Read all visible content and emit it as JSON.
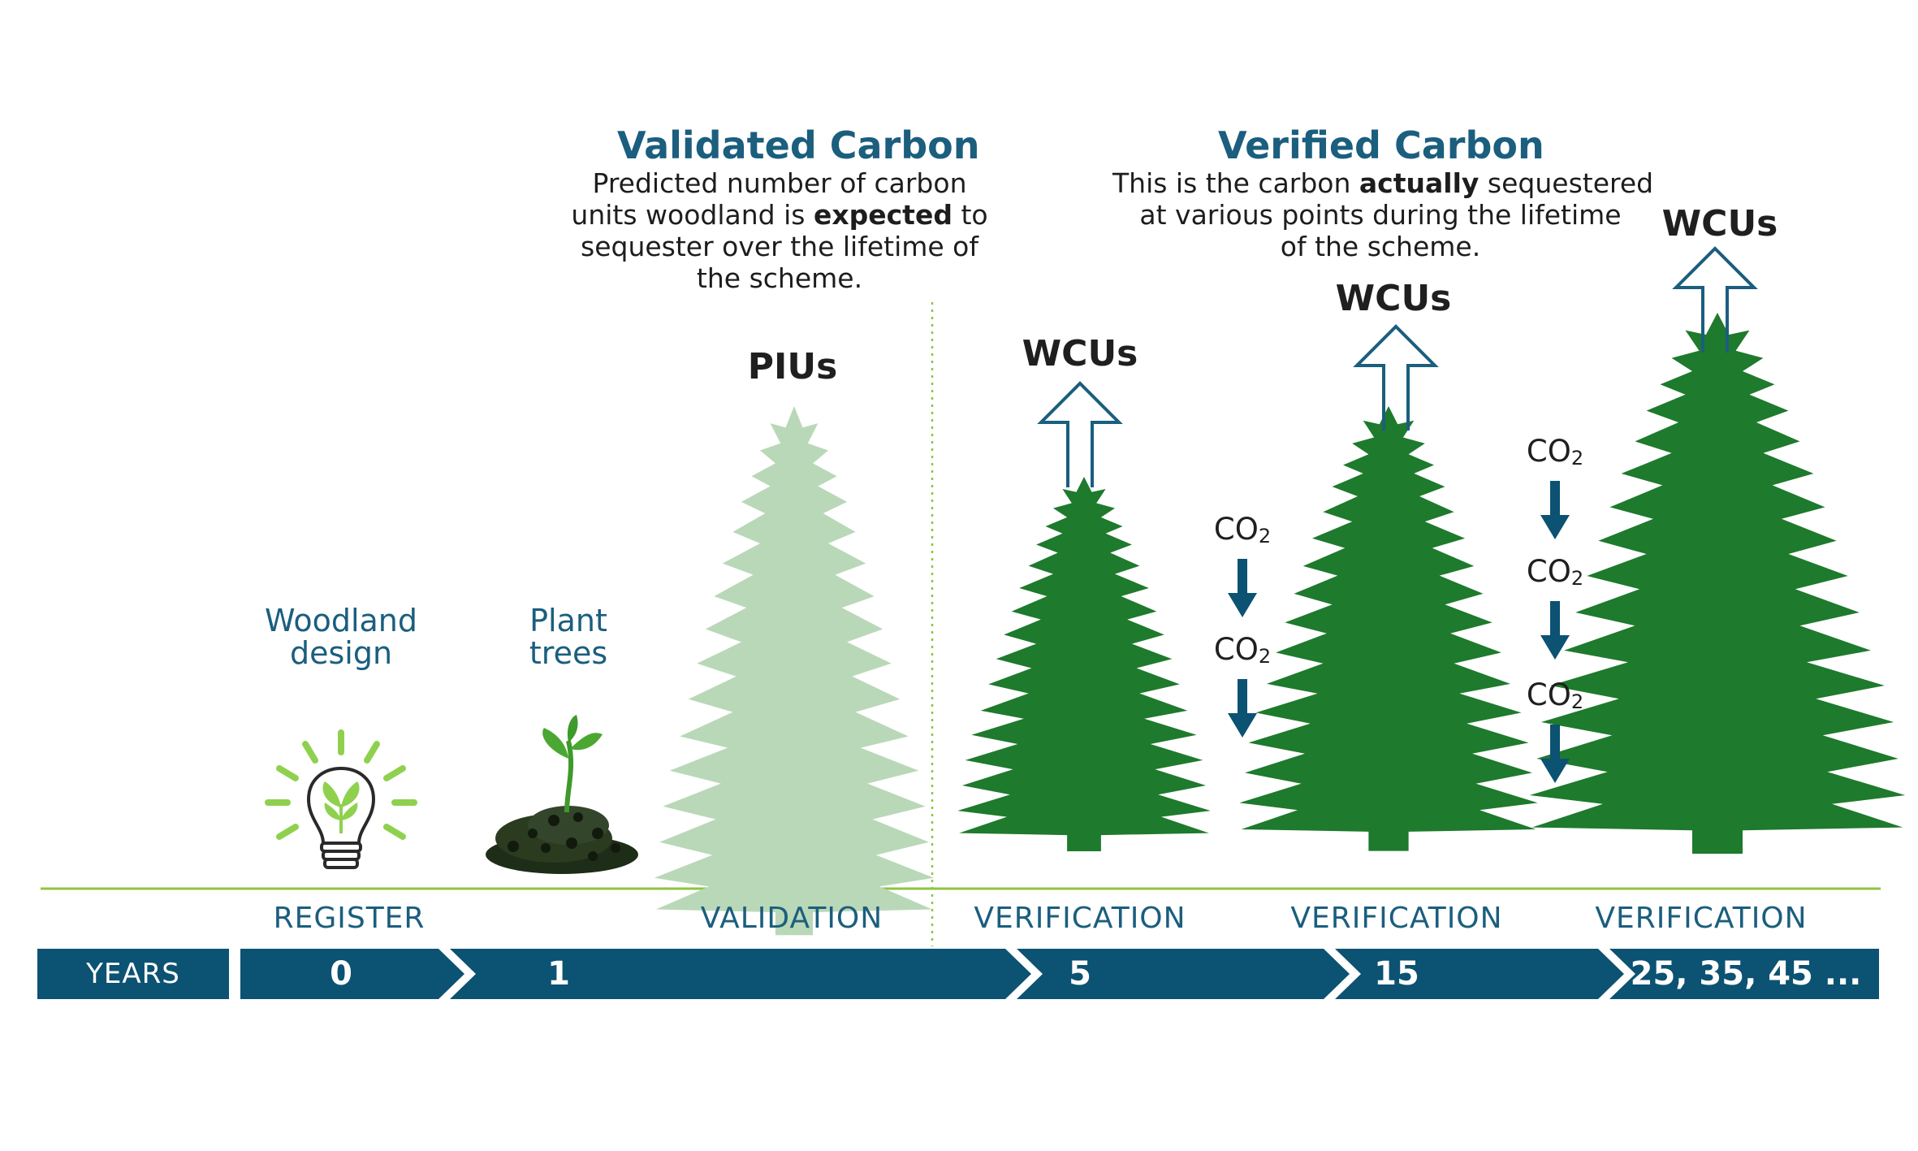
{
  "validated": {
    "heading": "Validated Carbon",
    "desc_line1": "Predicted number of carbon",
    "desc_line2_pre": "units woodland is ",
    "desc_line2_bold": "expected",
    "desc_line2_post": " to",
    "desc_line3": "sequester over the lifetime of",
    "desc_line4": "the scheme."
  },
  "verified": {
    "heading": "Verified Carbon",
    "desc_line1_pre": "This is the carbon ",
    "desc_line1_bold": "actually",
    "desc_line1_post": " sequestered",
    "desc_line2": "at various points during the lifetime",
    "desc_line3": "of the scheme."
  },
  "units": {
    "piu": "PIUs",
    "wcu1": "WCUs",
    "wcu2": "WCUs",
    "wcu3": "WCUs"
  },
  "stages": {
    "woodland_line1": "Woodland",
    "woodland_line2": "design",
    "plant_line1": "Plant",
    "plant_line2": "trees"
  },
  "co2": {
    "base": "CO",
    "sub": "2"
  },
  "phases": [
    "REGISTER",
    "VALIDATION",
    "VERIFICATION",
    "VERIFICATION",
    "VERIFICATION"
  ],
  "timeline": {
    "years_label": "YEARS",
    "years": [
      "0",
      "1",
      "5",
      "15",
      "25, 35, 45 ..."
    ]
  },
  "colors": {
    "navy": "#0c5272",
    "heading_blue": "#1b5e7e",
    "tree_dark": "#1e7a2c",
    "tree_light": "#b9d8b8",
    "lime": "#8cc63f",
    "bulb_green": "#8fd14f"
  },
  "icons": [
    "lightbulb-sprout-icon",
    "soil-sprout-icon",
    "up-arrow-icon",
    "down-arrow-icon",
    "conifer-tree-icon"
  ]
}
